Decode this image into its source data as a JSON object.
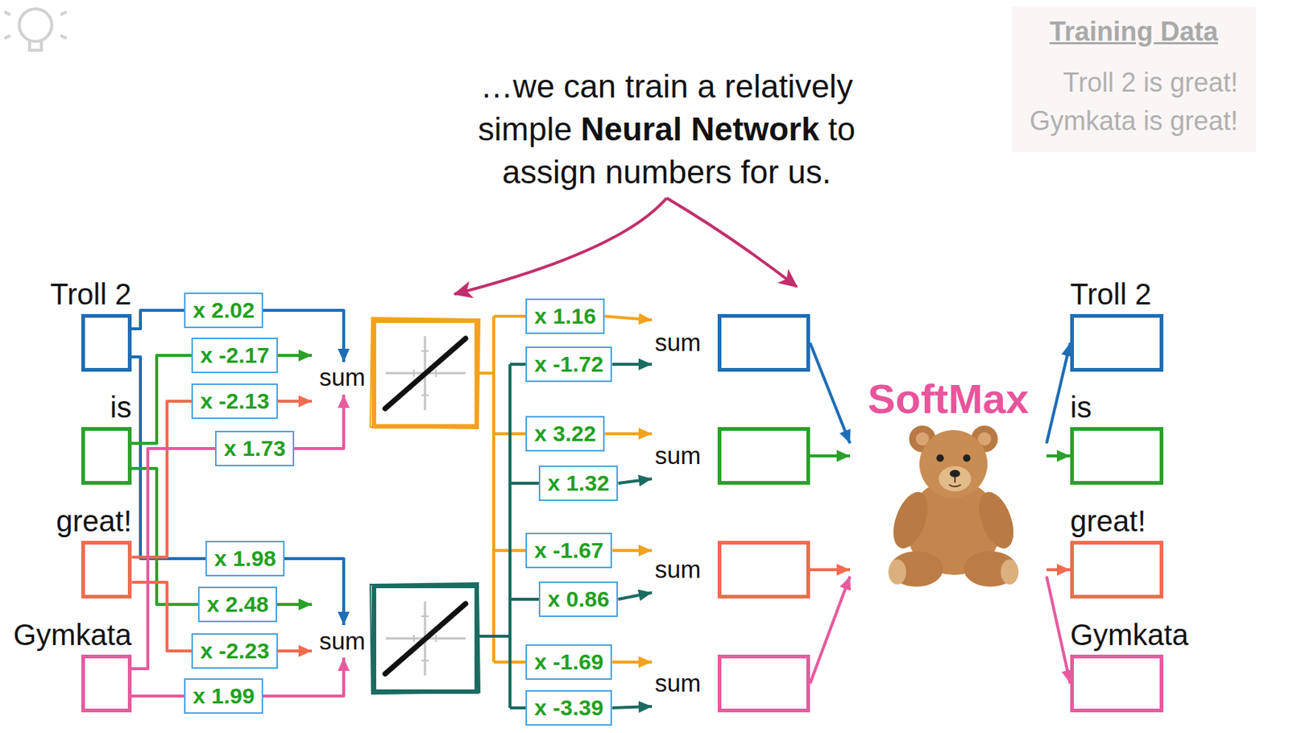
{
  "diagram": {
    "nodes": [
      {
        "text": [
          "Training Data",
          "Troll 2 is great!",
          "Gymkata is great!"
        ]
      },
      {
        "text": [
          "Troll 2"
        ]
      },
      {
        "text": [
          "is"
        ]
      },
      {
        "text": [
          "great!"
        ]
      },
      {
        "text": [
          "Gymkata"
        ]
      },
      {
        "text": [
          "x 2.02"
        ]
      },
      {
        "text": [
          "x -2.17"
        ]
      },
      {
        "text": [
          "x -2.13"
        ]
      },
      {
        "text": [
          "x 1.73"
        ]
      },
      {
        "text": [
          "x 1.98"
        ]
      },
      {
        "text": [
          "x 2.48"
        ]
      },
      {
        "text": [
          "x -2.23"
        ]
      },
      {
        "text": [
          "x 1.99"
        ]
      },
      {
        "text": [
          "x 1.16"
        ]
      },
      {
        "text": [
          "x -1.72"
        ]
      },
      {
        "text": [
          "x 3.22"
        ]
      },
      {
        "text": [
          "x 1.32"
        ]
      },
      {
        "text": [
          "x -1.67"
        ]
      },
      {
        "text": [
          "x 0.86"
        ]
      },
      {
        "text": [
          "x -1.69"
        ]
      },
      {
        "text": [
          "x -3.39"
        ]
      },
      {
        "text": [
          "sum"
        ]
      },
      {
        "text": [
          "sum"
        ]
      },
      {
        "text": [
          "sum"
        ]
      },
      {
        "text": [
          "sum"
        ]
      },
      {
        "text": [
          "SoftMax"
        ]
      },
      {
        "text": [
          "Troll 2"
        ]
      },
      {
        "text": [
          "is"
        ]
      },
      {
        "text": [
          "great!"
        ]
      },
      {
        "text": [
          "Gymkata"
        ]
      }
    ],
    "edges": [
      {
        "from": 1,
        "to": 5,
        "arrow": "none"
      },
      {
        "from": 1,
        "to": 9,
        "arrow": "none"
      },
      {
        "from": 2,
        "to": 6,
        "arrow": "none"
      },
      {
        "from": 2,
        "to": 10,
        "arrow": "none"
      },
      {
        "from": 3,
        "to": 7,
        "arrow": "none"
      },
      {
        "from": 3,
        "to": 11,
        "arrow": "none"
      },
      {
        "from": 4,
        "to": 8,
        "arrow": "none"
      },
      {
        "from": 4,
        "to": 12,
        "arrow": "none"
      },
      {
        "from": 13,
        "to": 21,
        "arrow": "to"
      },
      {
        "from": 14,
        "to": 21,
        "arrow": "to"
      },
      {
        "from": 15,
        "to": 22,
        "arrow": "to"
      },
      {
        "from": 16,
        "to": 22,
        "arrow": "to"
      },
      {
        "from": 17,
        "to": 23,
        "arrow": "to"
      },
      {
        "from": 18,
        "to": 23,
        "arrow": "to"
      },
      {
        "from": 19,
        "to": 24,
        "arrow": "to"
      },
      {
        "from": 20,
        "to": 24,
        "arrow": "to"
      },
      {
        "from": 21,
        "to": 25,
        "arrow": "to"
      },
      {
        "from": 22,
        "to": 25,
        "arrow": "to"
      },
      {
        "from": 23,
        "to": 25,
        "arrow": "to"
      },
      {
        "from": 24,
        "to": 25,
        "arrow": "to"
      },
      {
        "from": 25,
        "to": 26,
        "arrow": "to"
      },
      {
        "from": 25,
        "to": 27,
        "arrow": "to"
      },
      {
        "from": 25,
        "to": 28,
        "arrow": "to"
      },
      {
        "from": 25,
        "to": 29,
        "arrow": "to"
      }
    ],
    "labels": [
      "…we can train a relatively simple",
      "Neural Network",
      "to assign numbers for us.",
      "sum",
      "sum"
    ]
  }
}
